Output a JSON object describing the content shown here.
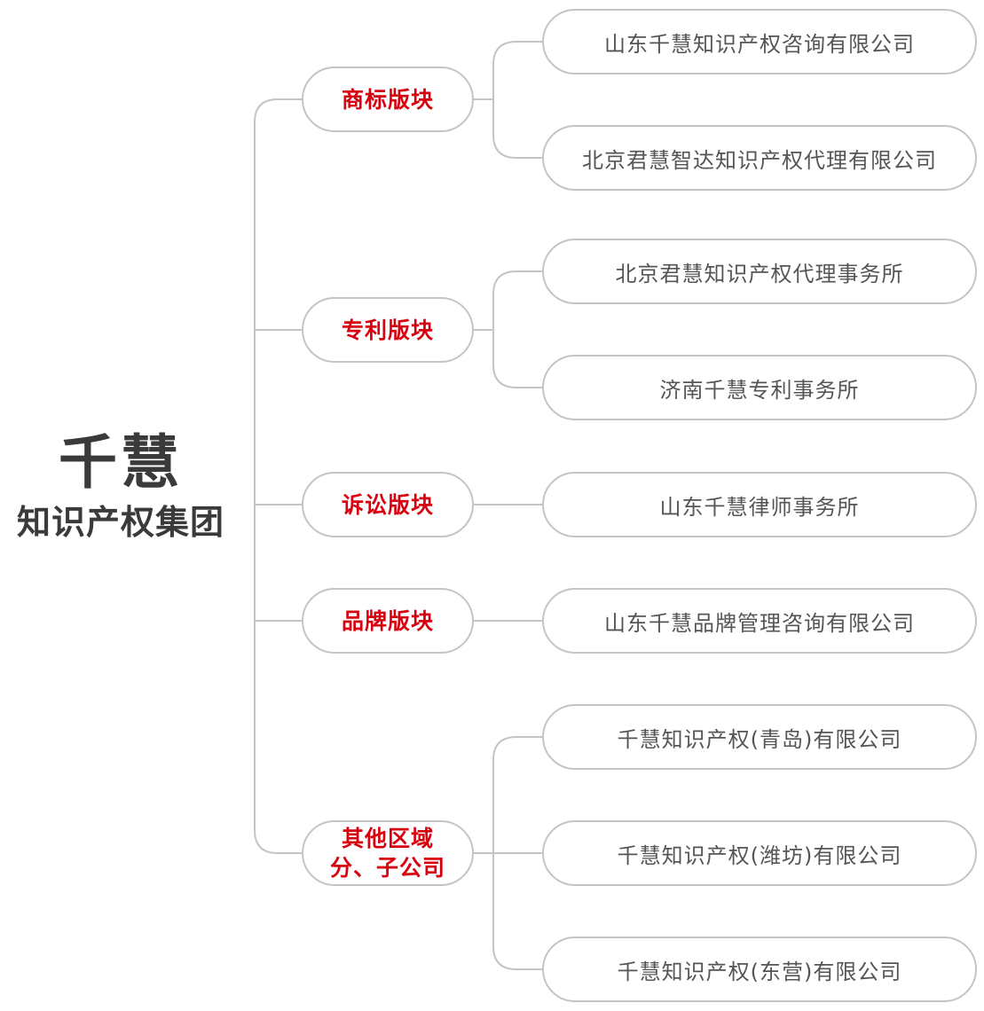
{
  "root": {
    "title": "千慧",
    "subtitle": "知识产权集团"
  },
  "colors": {
    "segment_text": "#d7000f",
    "company_text": "#555555",
    "root_text": "#3a3a3a",
    "connector": "#c4c4c4"
  },
  "segments": [
    {
      "label": "商标版块",
      "companies": [
        "山东千慧知识产权咨询有限公司",
        "北京君慧智达知识产权代理有限公司"
      ]
    },
    {
      "label": "专利版块",
      "companies": [
        "北京君慧知识产权代理事务所",
        "济南千慧专利事务所"
      ]
    },
    {
      "label": "诉讼版块",
      "companies": [
        "山东千慧律师事务所"
      ]
    },
    {
      "label": "品牌版块",
      "companies": [
        "山东千慧品牌管理咨询有限公司"
      ]
    },
    {
      "label": "其他区域\n分、子公司",
      "companies": [
        "千慧知识产权(青岛)有限公司",
        "千慧知识产权(潍坊)有限公司",
        "千慧知识产权(东营)有限公司"
      ]
    }
  ]
}
